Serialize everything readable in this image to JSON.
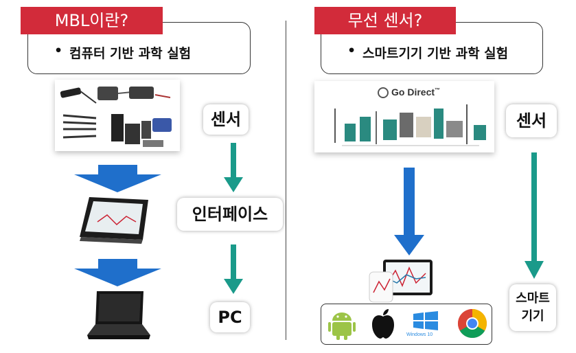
{
  "left": {
    "title": "MBL이란?",
    "bullet": "•",
    "subtitle": "컴퓨터 기반 과학 실험",
    "steps": [
      "센서",
      "인터페이스",
      "PC"
    ]
  },
  "right": {
    "title": "무선 센서?",
    "bullet": "•",
    "subtitle": "스마트기기 기반 과학 실험",
    "brand": "Go Direct",
    "brand_mark": "™",
    "steps": [
      "센서",
      "스마트\n기기"
    ],
    "windows_label": "Windows 10"
  },
  "colors": {
    "title_red": "#d22b3a",
    "teal_arrow": "#1a9a8a",
    "blue_arrow": "#1f6fcb",
    "android_green": "#9cc447",
    "windows_blue": "#2a8be0"
  }
}
